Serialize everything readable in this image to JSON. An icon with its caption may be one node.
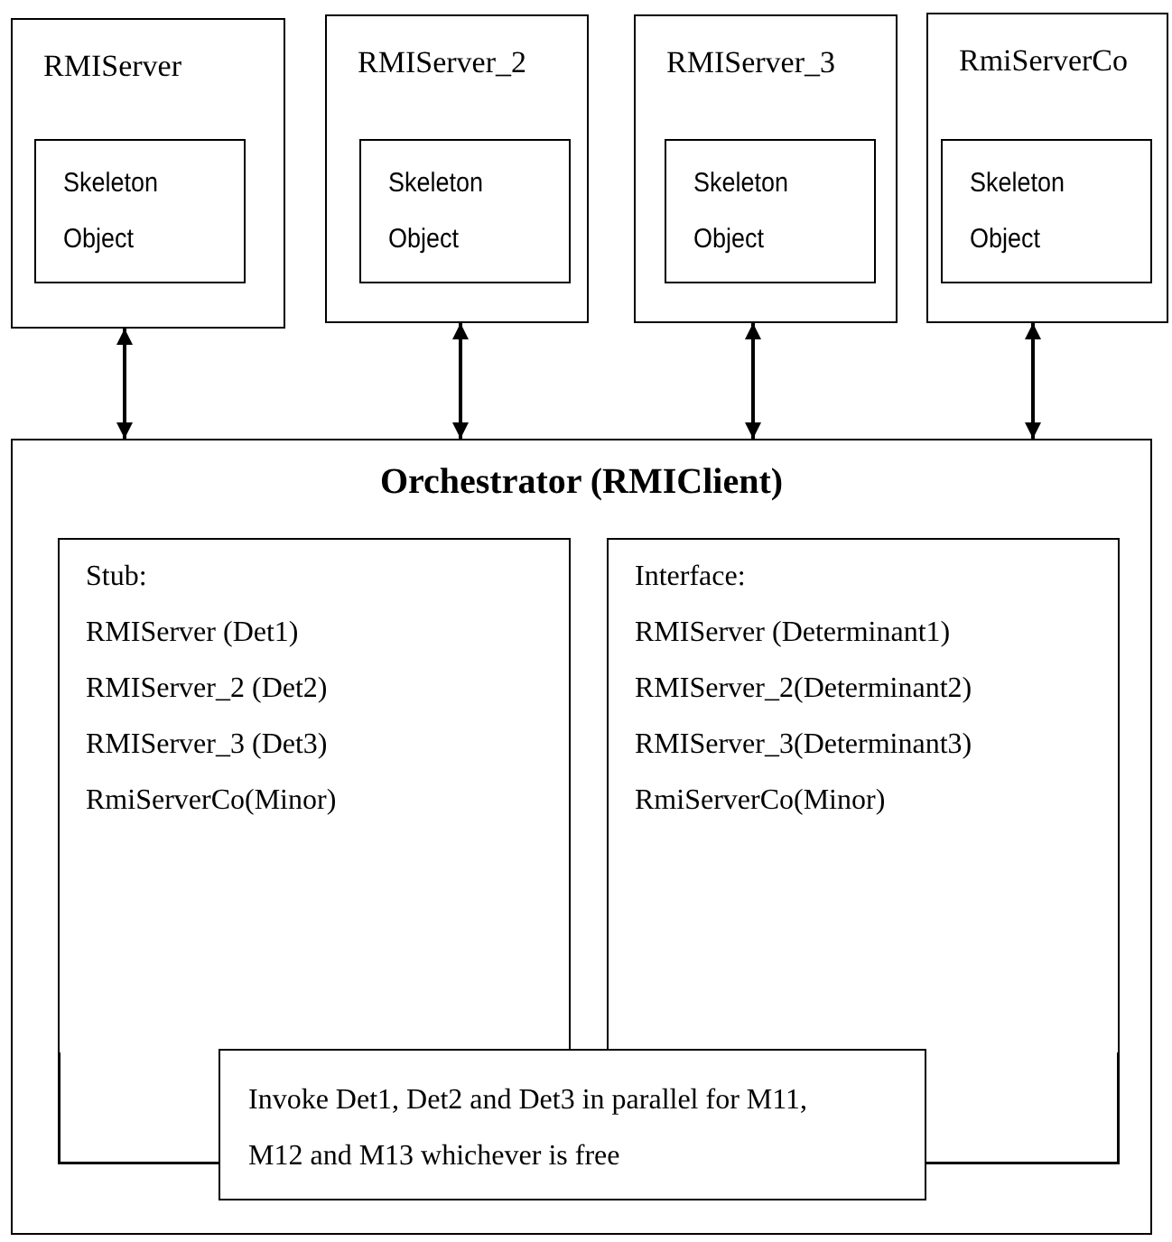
{
  "diagram": {
    "nodes": [
      {
        "text": [
          "RMIServer"
        ]
      },
      {
        "text": [
          "Skeleton Object"
        ],
        "in": 0
      },
      {
        "text": [
          "RMIServer_2"
        ]
      },
      {
        "text": [
          "Skeleton Object"
        ],
        "in": 2
      },
      {
        "text": [
          "RMIServer_3"
        ]
      },
      {
        "text": [
          "Skeleton Object"
        ],
        "in": 4
      },
      {
        "text": [
          "RmiServerCo"
        ]
      },
      {
        "text": [
          "Skeleton Object"
        ],
        "in": 6
      },
      {
        "text": [
          "Orchestrator (RMIClient)"
        ]
      },
      {
        "text": [
          "Stub:",
          "RMIServer (Det1)",
          "RMIServer_2 (Det2)",
          "RMIServer_3 (Det3)",
          "RmiServerCo(Minor)"
        ],
        "in": 8
      },
      {
        "text": [
          "Interface:",
          "RMIServer (Determinant1)",
          "RMIServer_2(Determinant2)",
          "RMIServer_3(Determinant3)",
          "RmiServerCo(Minor)"
        ],
        "in": 8
      },
      {
        "text": [
          "Invoke Det1, Det2 and Det3 in parallel for M11, M12 and  M13  whichever is free"
        ],
        "in": 8
      }
    ],
    "edges": [
      {
        "from": 0,
        "to": 8,
        "arrow": "both"
      },
      {
        "from": 2,
        "to": 8,
        "arrow": "both"
      },
      {
        "from": 4,
        "to": 8,
        "arrow": "both"
      },
      {
        "from": 6,
        "to": 8,
        "arrow": "both"
      }
    ]
  }
}
